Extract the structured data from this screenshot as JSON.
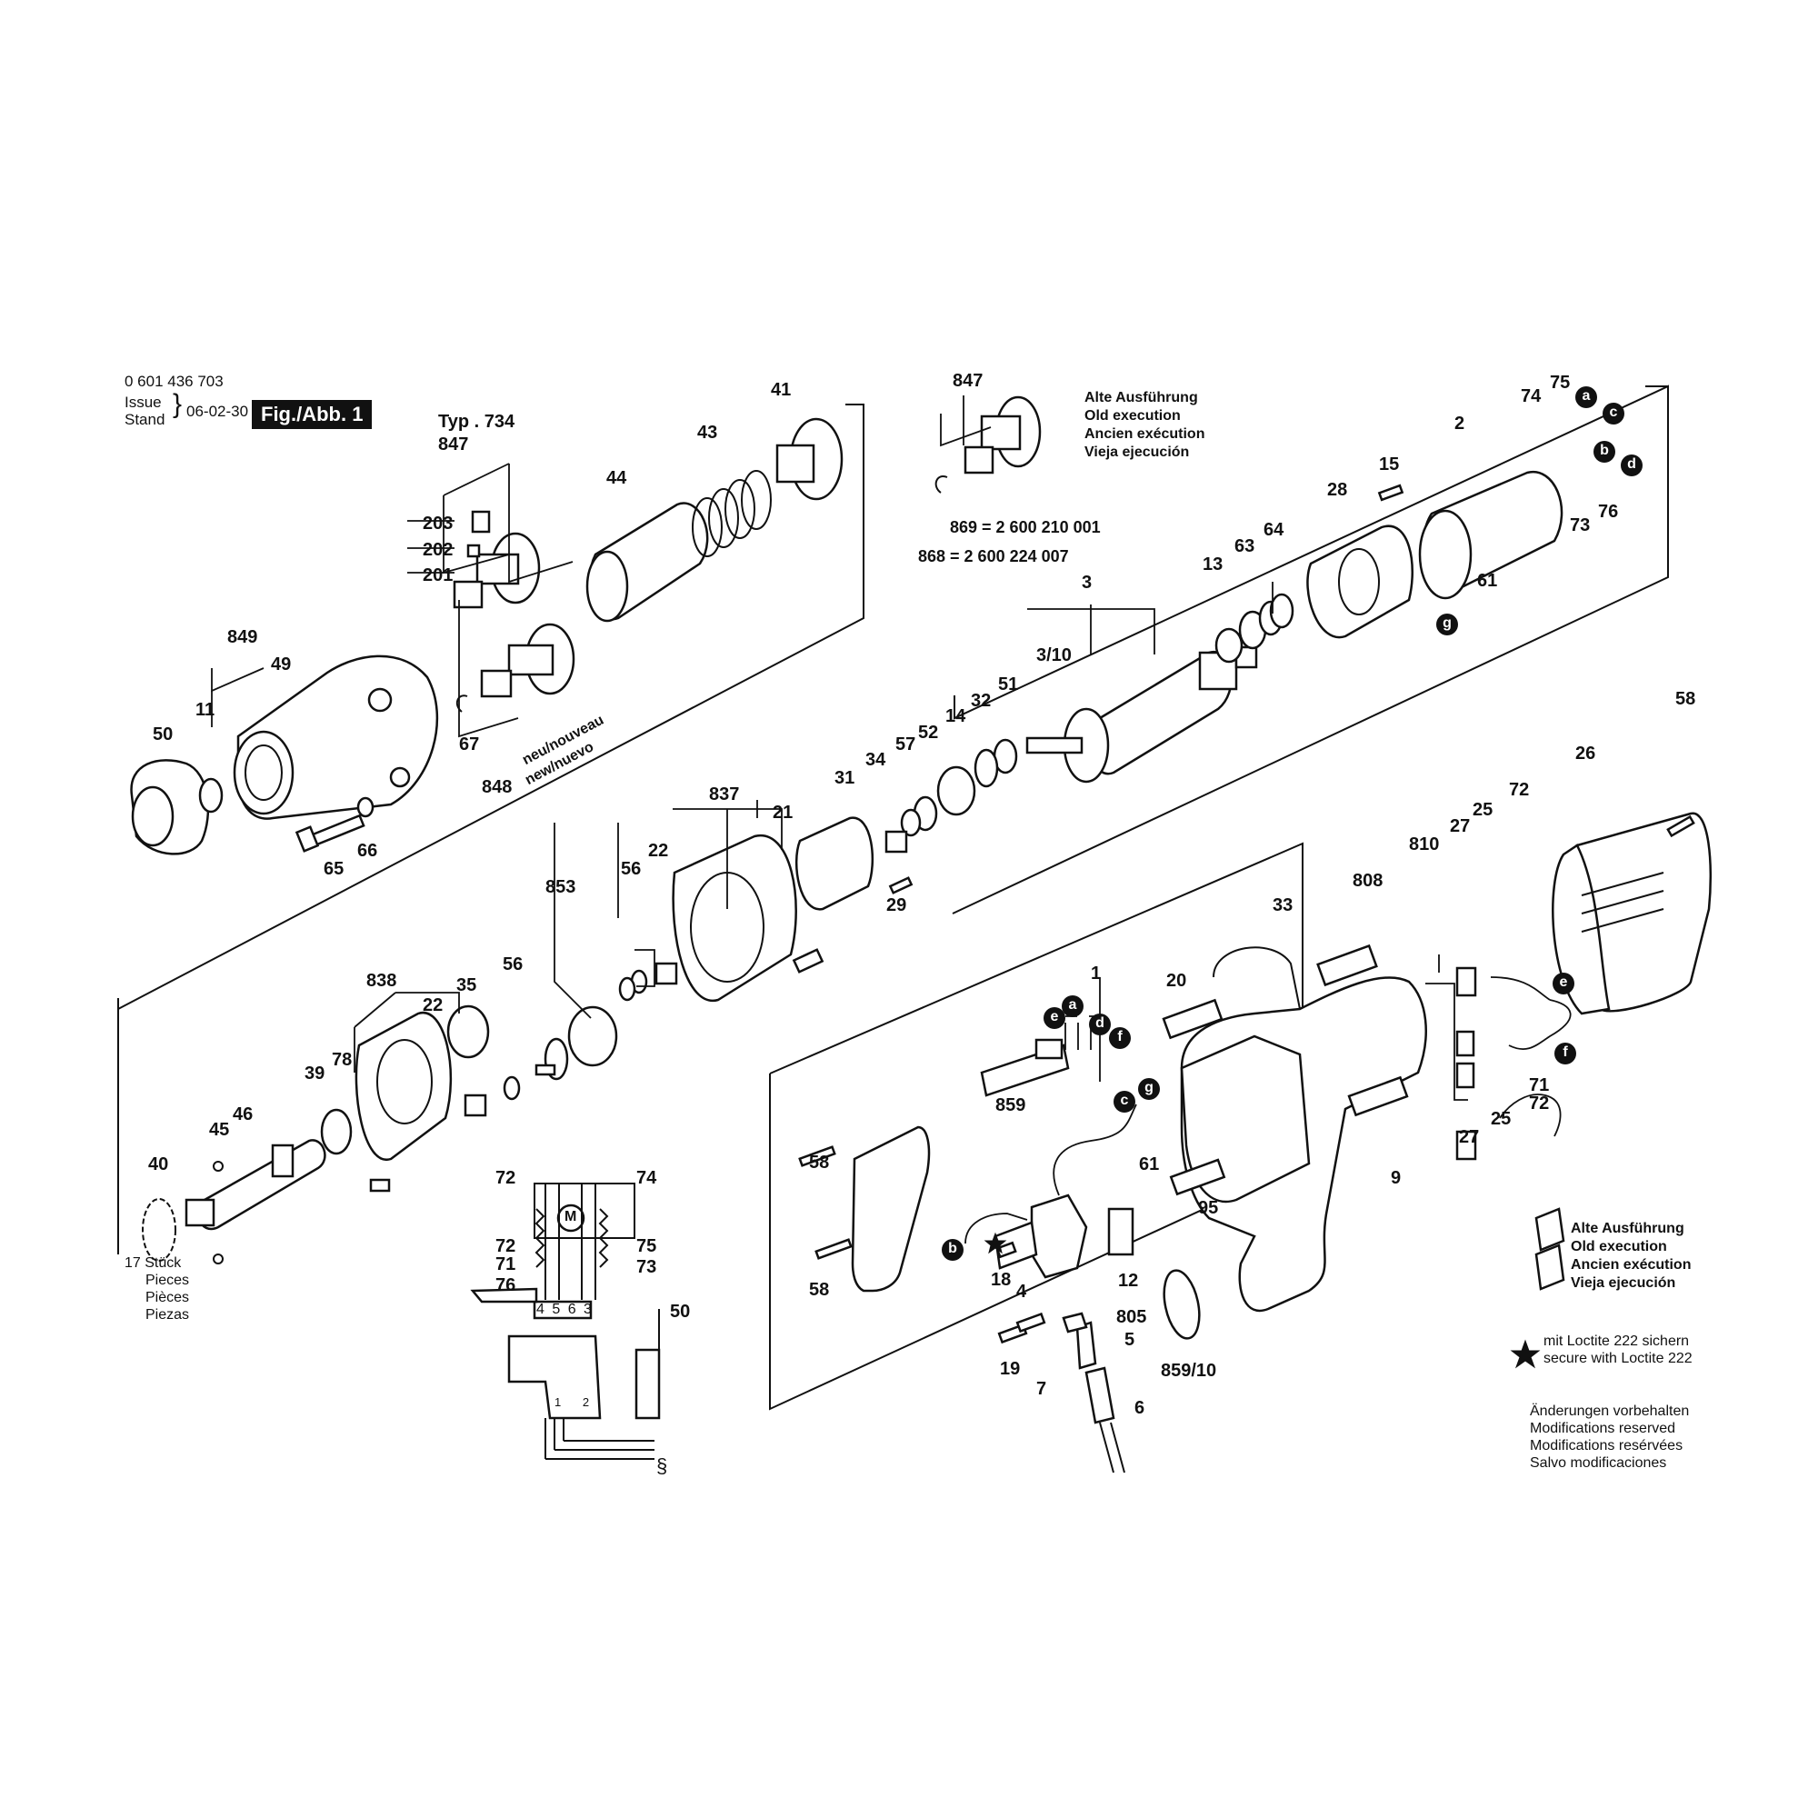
{
  "header": {
    "part_number": "0 601 436 703",
    "issue_label_1": "Issue",
    "issue_label_2": "Stand",
    "issue_date": "06-02-30",
    "fig_label": "Fig./Abb. 1",
    "type_label": "Typ . 734"
  },
  "old_execution_top": [
    "Alte Ausführung",
    "Old execution",
    "Ancien exécution",
    "Vieja ejecución"
  ],
  "old_execution_right": [
    "Alte Ausführung",
    "Old execution",
    "Ancien exécution",
    "Vieja ejecución"
  ],
  "part_refs": {
    "r869": "869 = 2 600 210 001",
    "r868": "868 = 2 600 224 007"
  },
  "new_label": [
    "neu/nouveau",
    "new/nuevo"
  ],
  "pieces_label": [
    "17 Stück",
    "Pieces",
    "Pièces",
    "Piezas"
  ],
  "loctite_note": [
    "mit Loctite 222 sichern",
    "secure with Loctite 222"
  ],
  "modifications_note": [
    "Änderungen vorbehalten",
    "Modifications reserved",
    "Modifications resérvées",
    "Salvo modificaciones"
  ],
  "terminal_labels": "4 5 6 3",
  "switch_terminals": "1 2",
  "motor_symbol": "M",
  "callout_letters": [
    "a",
    "b",
    "c",
    "d",
    "e",
    "f",
    "g"
  ],
  "part_labels": [
    "847",
    "203",
    "202",
    "201",
    "849",
    "49",
    "11",
    "50",
    "65",
    "66",
    "67",
    "848",
    "44",
    "43",
    "41",
    "847",
    "2",
    "74",
    "75",
    "76",
    "73",
    "15",
    "28",
    "61",
    "3",
    "3/10",
    "13",
    "63",
    "64",
    "51",
    "32",
    "14",
    "52",
    "57",
    "34",
    "31",
    "837",
    "21",
    "22",
    "56",
    "853",
    "29",
    "838",
    "22",
    "35",
    "56",
    "78",
    "39",
    "46",
    "45",
    "40",
    "72",
    "74",
    "72",
    "71",
    "75",
    "73",
    "76",
    "50",
    "58",
    "26",
    "72",
    "25",
    "27",
    "810",
    "808",
    "33",
    "1",
    "20",
    "9",
    "95",
    "27",
    "25",
    "71",
    "72",
    "859",
    "58",
    "58",
    "18",
    "4",
    "12",
    "61",
    "805",
    "5",
    "19",
    "7",
    "859/10",
    "6"
  ]
}
